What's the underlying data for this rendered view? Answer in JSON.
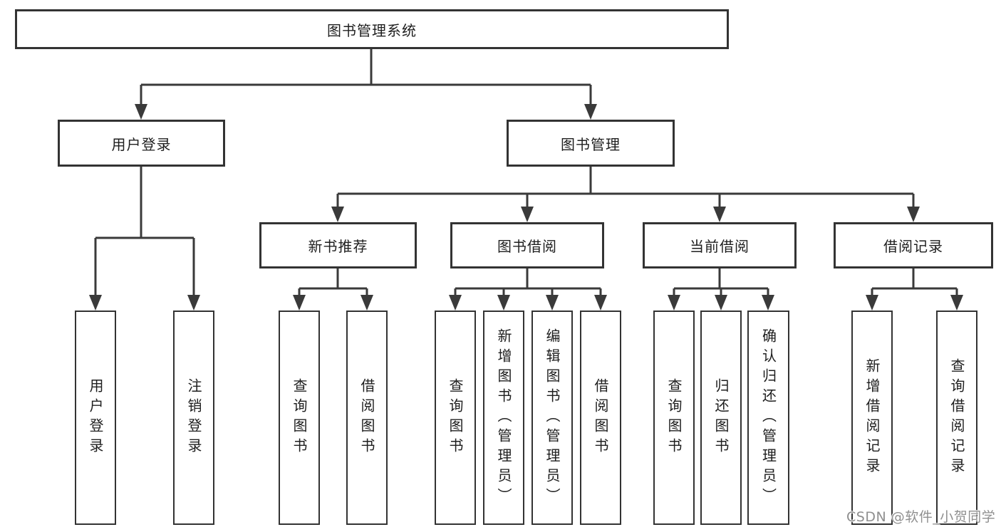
{
  "colors": {
    "line": "#3a3a3a",
    "box_border": "#333333",
    "box_fill": "#ffffff",
    "text": "#1e1e1e",
    "watermark": "#8f8f8f",
    "background": "#ffffff"
  },
  "watermark": {
    "text": "CSDN @软件_小贺同学"
  },
  "tree": {
    "root": {
      "label": "图书管理系统",
      "children": [
        {
          "label": "用户登录",
          "children": [
            {
              "label": "用户登录"
            },
            {
              "label": "注销登录"
            }
          ]
        },
        {
          "label": "图书管理",
          "children": [
            {
              "label": "新书推荐",
              "children": [
                {
                  "label": "查询图书"
                },
                {
                  "label": "借阅图书"
                }
              ]
            },
            {
              "label": "图书借阅",
              "children": [
                {
                  "label": "查询图书"
                },
                {
                  "label": "新增图书（管理员）"
                },
                {
                  "label": "编辑图书（管理员）"
                },
                {
                  "label": "借阅图书"
                }
              ]
            },
            {
              "label": "当前借阅",
              "children": [
                {
                  "label": "查询图书"
                },
                {
                  "label": "归还图书"
                },
                {
                  "label": "确认归还（管理员）"
                }
              ]
            },
            {
              "label": "借阅记录",
              "children": [
                {
                  "label": "新增借阅记录"
                },
                {
                  "label": "查询借阅记录"
                }
              ]
            }
          ]
        }
      ]
    }
  }
}
